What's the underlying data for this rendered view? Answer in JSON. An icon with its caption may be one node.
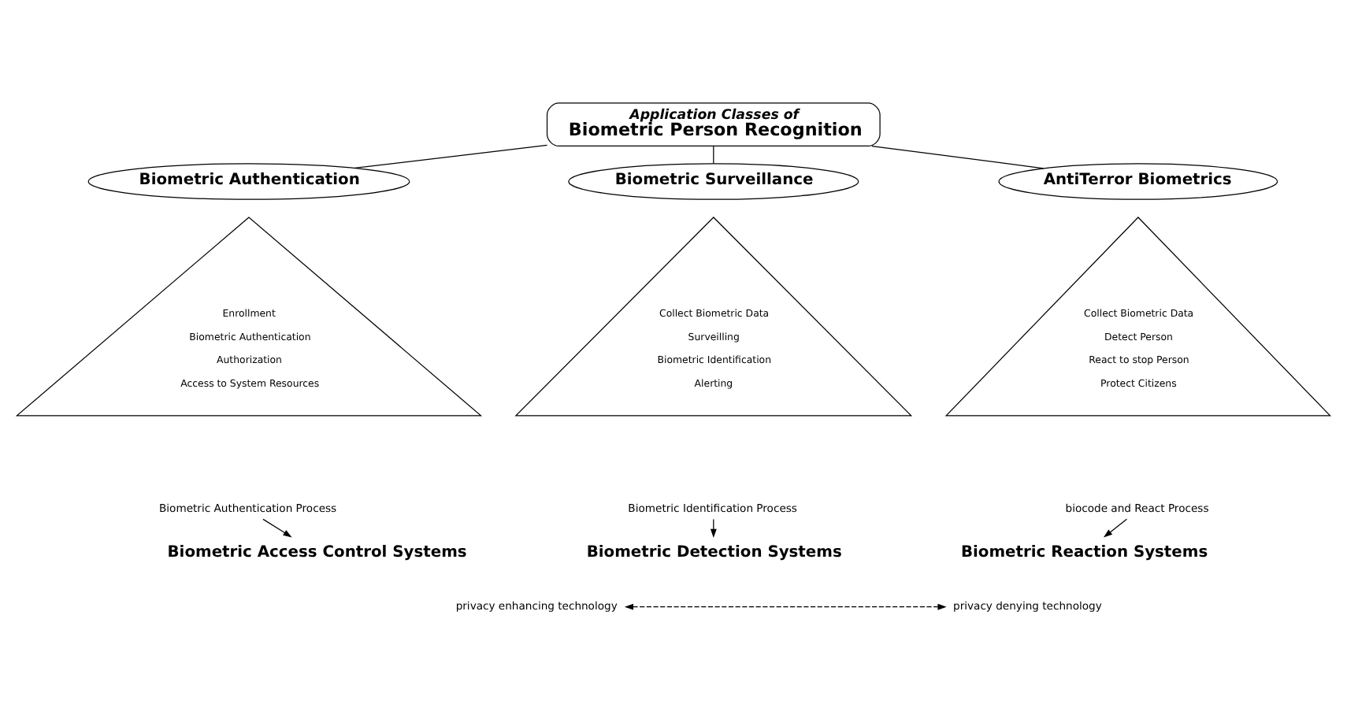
{
  "diagram": {
    "nodes": [
      {
        "text": [
          "Application Classes of",
          "Biometric Person Recognition"
        ]
      },
      {
        "text": [
          "Biometric Authentication"
        ]
      },
      {
        "text": [
          "Biometric Surveillance"
        ]
      },
      {
        "text": [
          "AntiTerror Biometrics"
        ]
      },
      {
        "text": [
          "Enrollment",
          "Biometric Authentication",
          "Authorization",
          "Access to System Resources"
        ]
      },
      {
        "text": [
          "Collect Biometric Data",
          "Surveilling",
          "Biometric Identification",
          "Alerting"
        ]
      },
      {
        "text": [
          "Collect Biometric Data",
          "Detect Person",
          "React to stop Person",
          "Protect Citizens"
        ]
      },
      {
        "text": [
          "Biometric Authentication Process"
        ]
      },
      {
        "text": [
          "Biometric Identification Process"
        ]
      },
      {
        "text": [
          "biocode and React Process"
        ]
      },
      {
        "text": [
          "Biometric Access Control Systems"
        ]
      },
      {
        "text": [
          "Biometric Detection Systems"
        ]
      },
      {
        "text": [
          "Biometric Reaction Systems"
        ]
      },
      {
        "text": [
          "privacy enhancing technology"
        ]
      },
      {
        "text": [
          "privacy denying technology"
        ]
      }
    ],
    "edges": [
      {
        "from": 0,
        "to": 1,
        "arrow": "none"
      },
      {
        "from": 0,
        "to": 2,
        "arrow": "none"
      },
      {
        "from": 0,
        "to": 3,
        "arrow": "none"
      },
      {
        "from": 7,
        "to": 10,
        "arrow": "to"
      },
      {
        "from": 8,
        "to": 11,
        "arrow": "to"
      },
      {
        "from": 9,
        "to": 12,
        "arrow": "to"
      },
      {
        "from": 13,
        "to": 14,
        "arrow": "both",
        "style": "dashed"
      }
    ]
  }
}
